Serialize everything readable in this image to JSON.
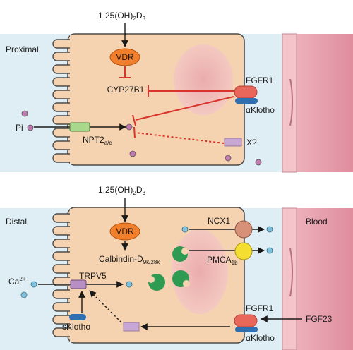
{
  "top_panel": {
    "hormone_label": "1,25(OH)",
    "hormone_sub1": "2",
    "hormone_mid": "D",
    "hormone_sub2": "3",
    "region_label": "Proximal",
    "vdr_label": "VDR",
    "cyp_label": "CYP27B1",
    "receptor_label": "FGFR1",
    "klotho_label": "αKlotho",
    "ion_label": "Pi",
    "transporter_label": "NPT2",
    "transporter_sub": "a/c",
    "unknown_label": "X?"
  },
  "bottom_panel": {
    "hormone_label": "1,25(OH)",
    "hormone_sub1": "2",
    "hormone_mid": "D",
    "hormone_sub2": "3",
    "region_label": "Distal",
    "blood_label": "Blood",
    "vdr_label": "VDR",
    "calbindin_label": "Calbindin-D",
    "calbindin_sub": "9k/28k",
    "ncx_label": "NCX1",
    "pmca_label": "PMCA",
    "pmca_sub": "1b",
    "ion_label": "Ca",
    "ion_sup": "2+",
    "trpv_label": "TRPV5",
    "sklotho_label": "sKlotho",
    "receptor_label": "FGFR1",
    "klotho_label": "αKlotho",
    "fgf_label": "FGF23"
  },
  "colors": {
    "interstitial": "#dfeef5",
    "cell": "#f6d3b0",
    "cell_border": "#4a4a4a",
    "nucleus": "#efb9b8",
    "vessel": "#e7a0ad",
    "vessel_wall": "#f2c0c6",
    "inhibit": "#d9342b",
    "vdr": "#f07e2a",
    "fgfr": "#e8665a",
    "klotho": "#2d6fb0",
    "transporter_green": "#a9d88c",
    "trpv": "#b78fc4",
    "xbox": "#c9a7d4",
    "ncx": "#d79178",
    "pmca": "#f4de2f",
    "calbindin": "#2f9a52",
    "ion_pi": "#c07ab0",
    "ion_ca": "#7fc3df"
  }
}
